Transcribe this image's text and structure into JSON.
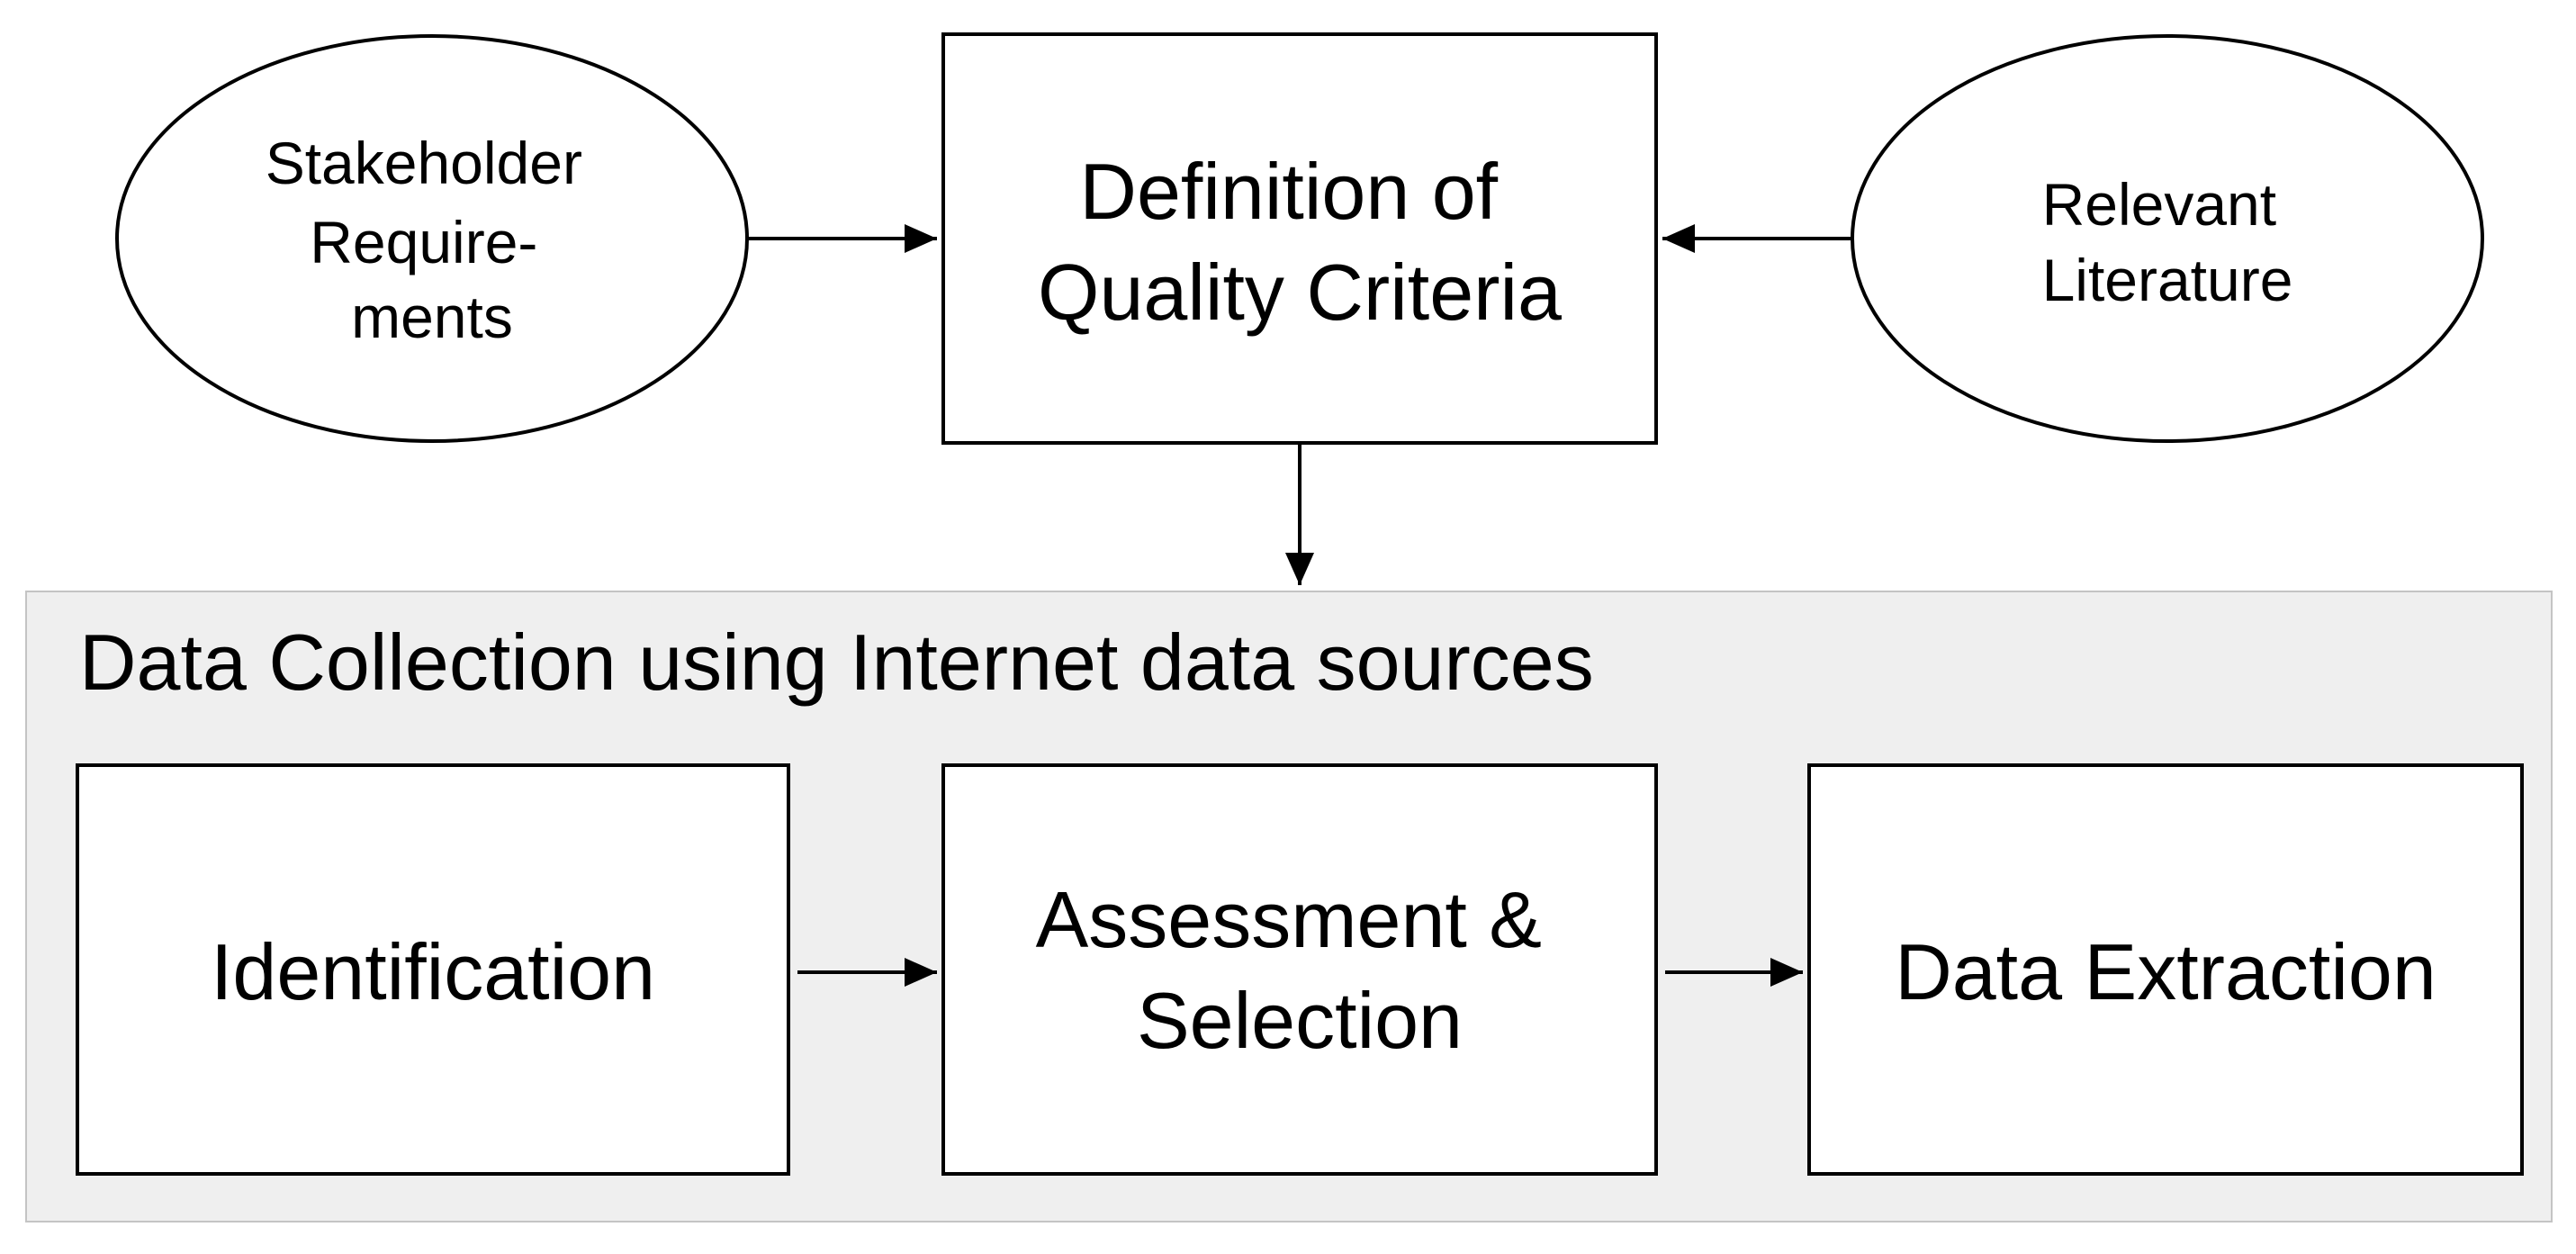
{
  "diagram": {
    "inputs": {
      "stakeholder_requirements": [
        "Stakeholder",
        "Require-",
        "ments"
      ],
      "relevant_literature": [
        "Relevant",
        "Literature"
      ]
    },
    "definition_box": [
      "Definition of",
      "Quality Criteria"
    ],
    "data_collection": {
      "title": "Data Collection using Internet data sources",
      "identification": "Identification",
      "assessment_selection": [
        "Assessment &",
        "Selection"
      ],
      "data_extraction": "Data Extraction"
    }
  }
}
